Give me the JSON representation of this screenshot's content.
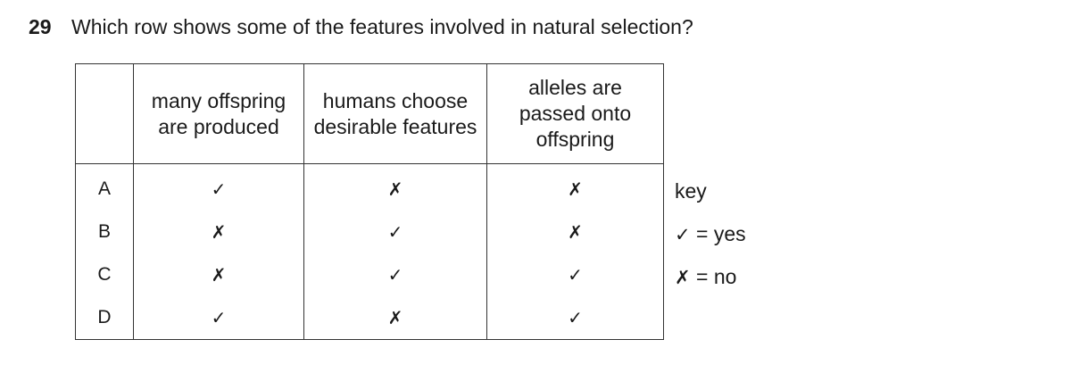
{
  "question": {
    "number": "29",
    "text": "Which row shows some of the features involved in natural selection?"
  },
  "table": {
    "headers": [
      "",
      "many offspring are produced",
      "humans choose desirable features",
      "alleles are passed onto offspring"
    ],
    "rows": [
      {
        "label": "A",
        "cells": [
          "✓",
          "✗",
          "✗"
        ]
      },
      {
        "label": "B",
        "cells": [
          "✗",
          "✓",
          "✗"
        ]
      },
      {
        "label": "C",
        "cells": [
          "✗",
          "✓",
          "✓"
        ]
      },
      {
        "label": "D",
        "cells": [
          "✓",
          "✗",
          "✓"
        ]
      }
    ]
  },
  "key": {
    "title": "key",
    "yes_symbol": "✓",
    "yes_text": "= yes",
    "no_symbol": "✗",
    "no_text": "= no"
  }
}
